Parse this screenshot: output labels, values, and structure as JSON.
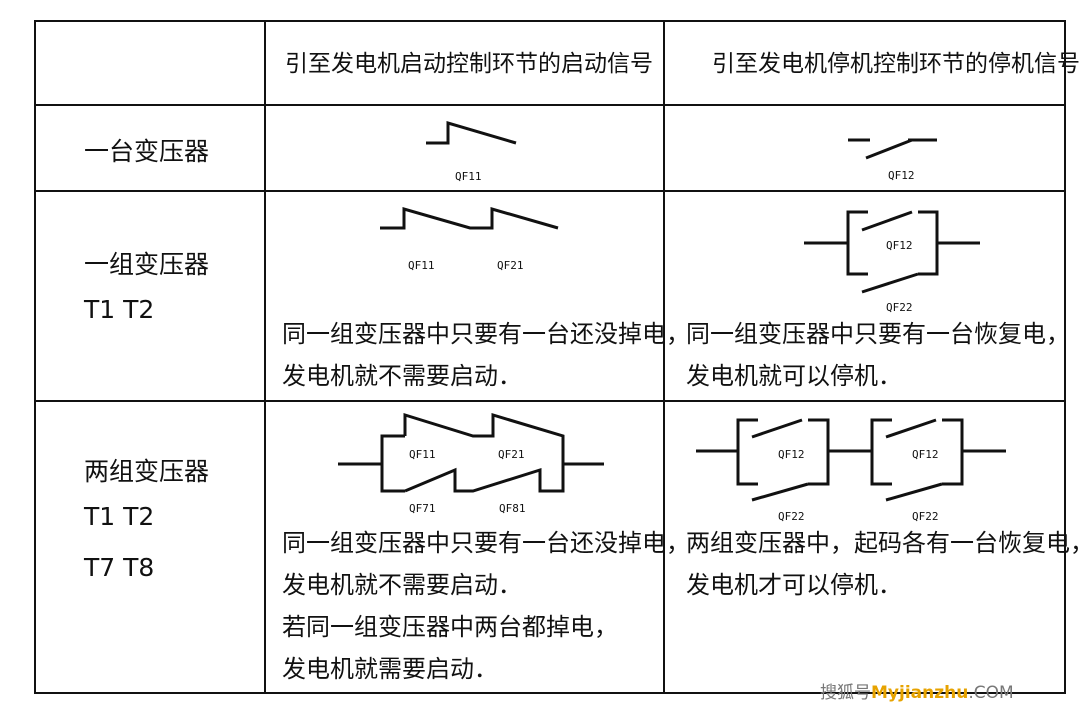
{
  "table": {
    "header": {
      "col1": "引至发电机启动控制环节的启动信号",
      "col2": "引至发电机停机控制环节的停机信号"
    },
    "rows": [
      {
        "label_lines": [
          "一台变压器"
        ],
        "note1": [],
        "note2": []
      },
      {
        "label_lines": [
          "一组变压器",
          "T1   T2"
        ],
        "note1": [
          "同一组变压器中只要有一台还没掉电，",
          "发电机就不需要启动．"
        ],
        "note2": [
          "同一组变压器中只要有一台恢复电，",
          "发电机就可以停机．"
        ]
      },
      {
        "label_lines": [
          "两组变压器",
          "T1   T2",
          "T7   T8"
        ],
        "note1": [
          "同一组变压器中只要有一台还没掉电，",
          "发电机就不需要启动．",
          "若同一组变压器中两台都掉电，",
          "发电机就需要启动．"
        ],
        "note2": [
          "两组变压器中，起码各有一台恢复电，",
          "发电机才可以停机．"
        ]
      }
    ]
  },
  "contacts": {
    "qf11": "QF11",
    "qf12": "QF12",
    "qf21": "QF21",
    "qf22": "QF22",
    "qf71": "QF71",
    "qf81": "QF81"
  },
  "watermark": {
    "prefix": "搜狐号",
    "brand": "Myjianzhu",
    "suffix": ".COM"
  },
  "colors": {
    "line": "#111111",
    "background": "#ffffff",
    "watermark_brand": "#e7a300"
  }
}
